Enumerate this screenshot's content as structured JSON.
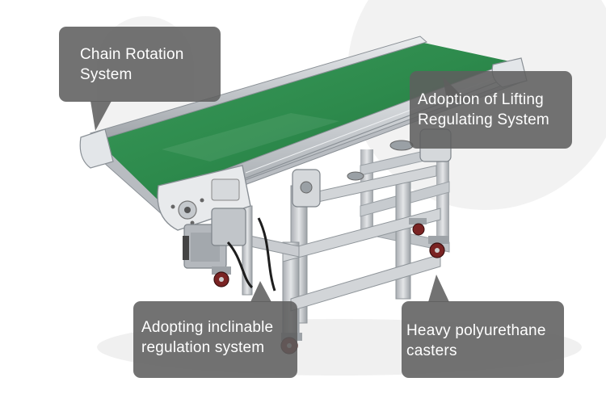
{
  "callouts": {
    "chain_rotation": {
      "line1": "Chain Rotation",
      "line2": "System"
    },
    "lifting_regulation": {
      "line1": "Adoption of Lifting",
      "line2": "Regulating System"
    },
    "inclinable_regulation": {
      "line1": "Adopting inclinable",
      "line2": "regulation system"
    },
    "casters": {
      "line1": "Heavy polyurethane",
      "line2": "casters"
    }
  },
  "colors": {
    "callout_bg": "#5f5f5f",
    "callout_text": "#ffffff",
    "belt": "#2e8a4c",
    "frame": "#c9ccd0"
  }
}
